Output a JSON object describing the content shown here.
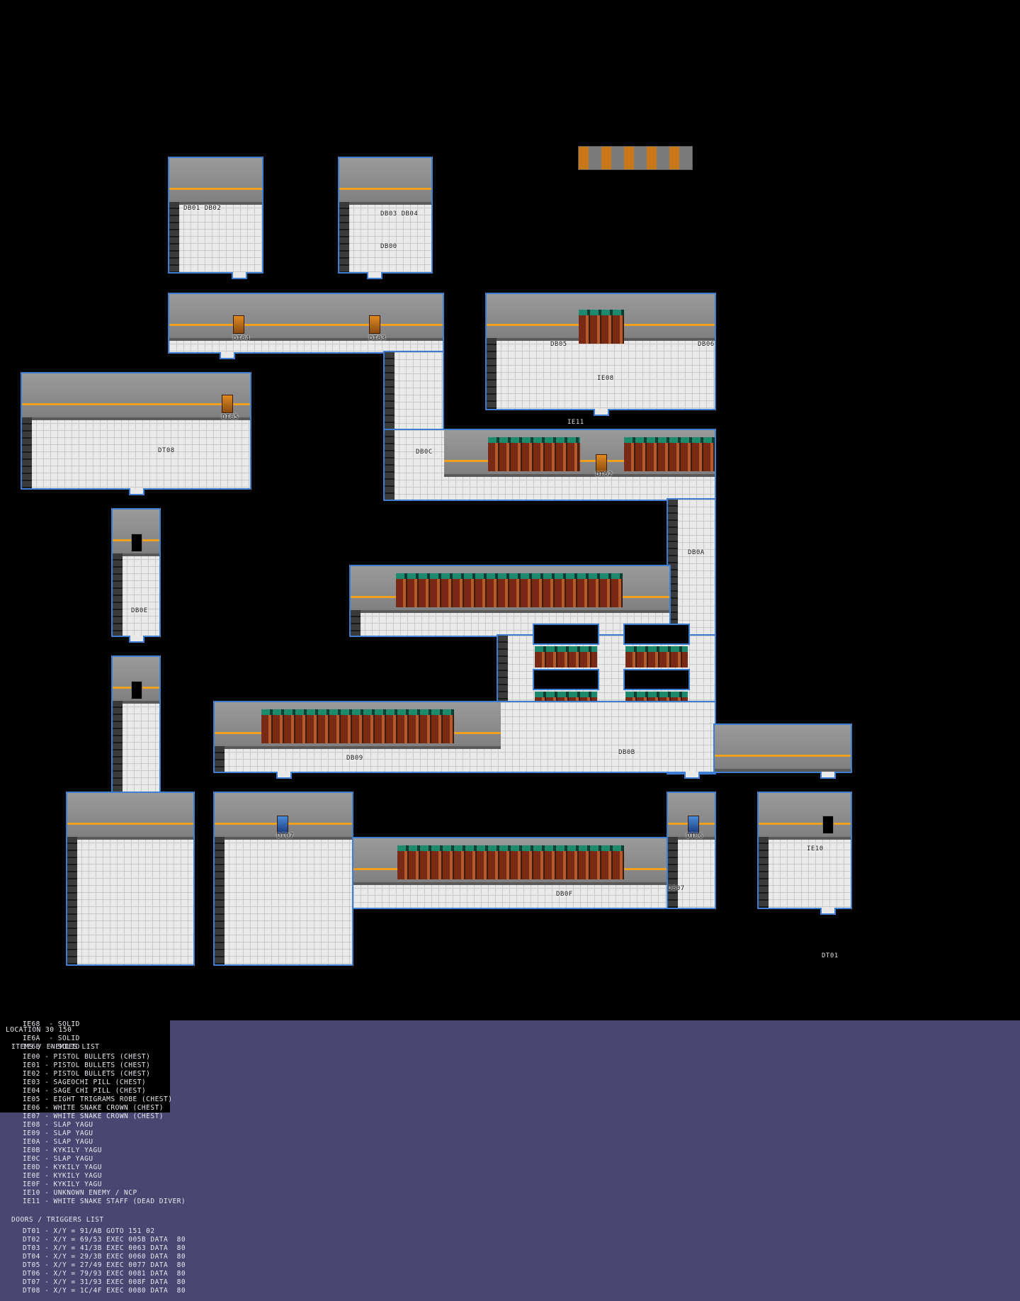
{
  "map": {
    "rooms": {
      "r1": {
        "labels": [
          "DB01 DB02"
        ]
      },
      "r2": {
        "labels": [
          "DB03 DB04",
          "DB00"
        ]
      },
      "r3": {
        "labels": [
          "DT04",
          "DT03"
        ]
      },
      "r4": {
        "labels": [
          "DB05",
          "DB06",
          "IE08"
        ]
      },
      "r5": {
        "labels": [
          "DT05",
          "DT08"
        ]
      },
      "r6": {
        "labels": [
          "DB0C",
          "DT02"
        ]
      },
      "r7": {
        "labels": [
          "DB0E"
        ]
      },
      "r8": {
        "labels": [
          "DB0A"
        ]
      },
      "r9": {
        "labels": [
          "DB09",
          "DB0B"
        ]
      },
      "r10": {
        "labels": [
          "DT07",
          "DT06",
          "DB0F",
          "DB07"
        ]
      },
      "r11": {
        "labels": [
          "IE10"
        ]
      }
    },
    "floating_labels": {
      "ie11": "IE11",
      "dt01": "DT01"
    }
  },
  "debug_overlay": {
    "lines": [
      "IE6B  - SOLID",
      "LOCATION 30 150",
      "IE6A  - SOLID",
      "IE68  - SOLID"
    ]
  },
  "items_list": {
    "header": "ITEMS / ENEMIES LIST",
    "entries": [
      "IE00 - PISTOL BULLETS (CHEST)",
      "IE01 - PISTOL BULLETS (CHEST)",
      "IE02 - PISTOL BULLETS (CHEST)",
      "IE03 - SAGEOCHI PILL (CHEST)",
      "IE04 - SAGE CHI PILL (CHEST)",
      "IE05 - EIGHT TRIGRAMS ROBE (CHEST)",
      "IE06 - WHITE SNAKE CROWN (CHEST)",
      "IE07 - WHITE SNAKE CROWN (CHEST)",
      "IE08 - SLAP YAGU",
      "IE09 - SLAP YAGU",
      "IE0A - SLAP YAGU",
      "IE0B - KYKILY YAGU",
      "IE0C - SLAP YAGU",
      "IE0D - KYKILY YAGU",
      "IE0E - KYKILY YAGU",
      "IE0F - KYKILY YAGU",
      "IE10 - UNKNOWN ENEMY / NCP",
      "IE11 - WHITE SNAKE STAFF (DEAD DIVER)"
    ]
  },
  "doors_list": {
    "header": "DOORS / TRIGGERS LIST",
    "entries": [
      "DT01 - X/Y = 91/AB GOTO 151 02",
      "DT02 - X/Y = 69/53 EXEC 005B DATA  80",
      "DT03 - X/Y = 41/3B EXEC 0063 DATA  80",
      "DT04 - X/Y = 29/3B EXEC 0060 DATA  80",
      "DT05 - X/Y = 27/49 EXEC 0077 DATA  80",
      "DT06 - X/Y = 79/93 EXEC 0081 DATA  80",
      "DT07 - X/Y = 31/93 EXEC 008F DATA  80",
      "DT08 - X/Y = 1C/4F EXEC 0080 DATA  80"
    ]
  }
}
